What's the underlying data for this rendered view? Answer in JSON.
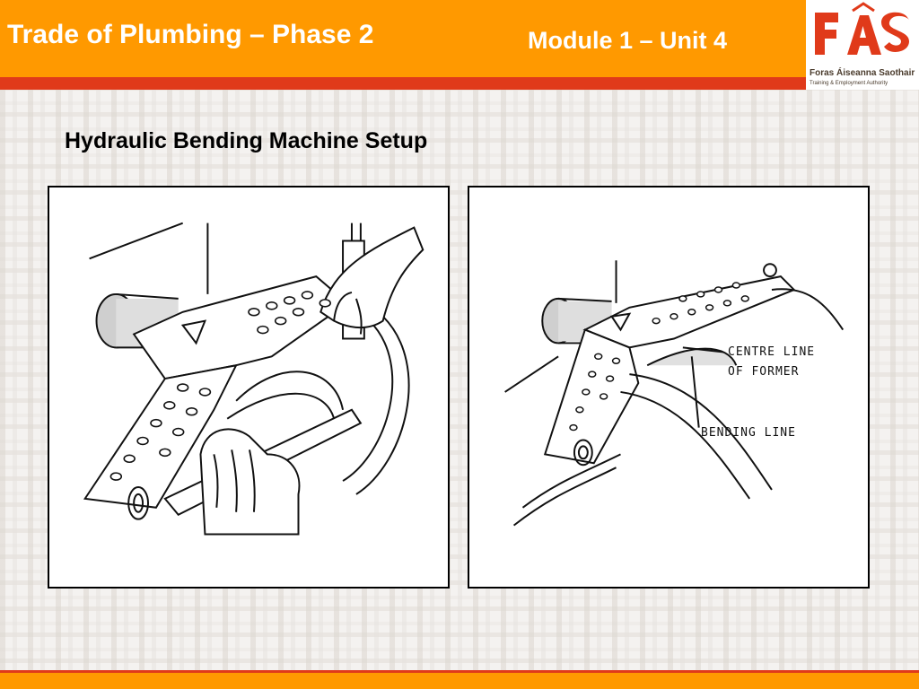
{
  "header": {
    "title": "Trade of Plumbing – Phase 2",
    "module": "Module 1 – Unit 4",
    "colors": {
      "bar": "#ff9900",
      "stripe": "#e03a1a"
    }
  },
  "logo": {
    "wordmark": "FÁS",
    "name": "Foras Áiseanna Saothair",
    "tagline": "Training & Employment Authority"
  },
  "slide": {
    "heading": "Hydraulic Bending Machine Setup"
  },
  "figures": {
    "right": {
      "label_centre_line_1": "CENTRE LINE",
      "label_centre_line_2": "OF FORMER",
      "label_bending_line": "BENDING LINE"
    }
  }
}
